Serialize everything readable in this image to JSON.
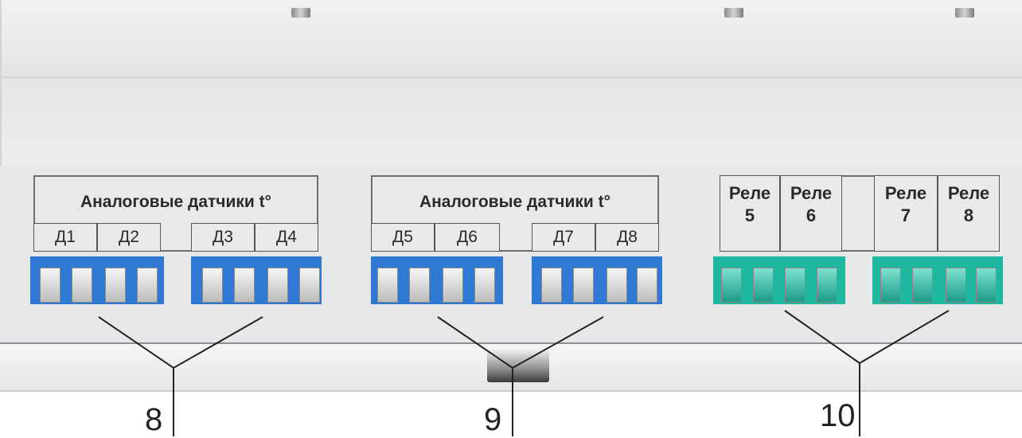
{
  "groups": [
    {
      "title": "Аналоговые датчики t°",
      "channels": [
        "Д1",
        "Д2",
        "Д3",
        "Д4"
      ],
      "callout": "8",
      "color": "#2f78d4"
    },
    {
      "title": "Аналоговые датчики t°",
      "channels": [
        "Д5",
        "Д6",
        "Д7",
        "Д8"
      ],
      "callout": "9",
      "color": "#2f78d4"
    },
    {
      "relays": [
        {
          "name": "Реле",
          "num": "5"
        },
        {
          "name": "Реле",
          "num": "6"
        },
        {
          "name": "Реле",
          "num": "7"
        },
        {
          "name": "Реле",
          "num": "8"
        }
      ],
      "callout": "10",
      "color": "#1fb7a0"
    }
  ]
}
